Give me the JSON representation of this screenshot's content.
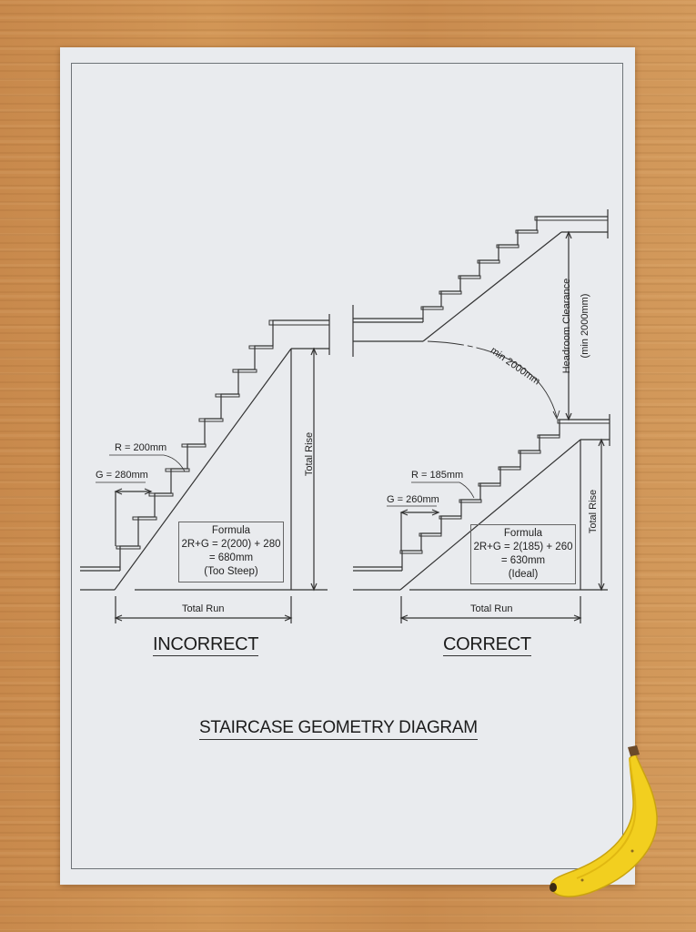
{
  "diagram": {
    "title": "STAIRCASE GEOMETRY DIAGRAM",
    "incorrect": {
      "heading": "INCORRECT",
      "riser_label": "R = 200mm",
      "going_label": "G = 280mm",
      "total_rise_label": "Total Rise",
      "total_run_label": "Total Run",
      "formula": {
        "title": "Formula",
        "line1": "2R+G = 2(200) + 280",
        "line2": "= 680mm",
        "verdict": "(Too Steep)"
      }
    },
    "correct": {
      "heading": "CORRECT",
      "riser_label": "R = 185mm",
      "going_label": "G = 260mm",
      "total_rise_label": "Total Rise",
      "total_run_label": "Total Run",
      "headroom_label": "Headroom Clearance",
      "headroom_min": "(min 2000mm)",
      "arc_label": "min 2000mm",
      "formula": {
        "title": "Formula",
        "line1": "2R+G = 2(185) + 260",
        "line2": "= 630mm",
        "verdict": "(Ideal)"
      }
    }
  },
  "scene": {
    "background": "wooden desk",
    "object": "banana",
    "paper_color": "#e9ebee",
    "wood_color": "#c98b4e",
    "banana_color": "#f2cf1f"
  }
}
